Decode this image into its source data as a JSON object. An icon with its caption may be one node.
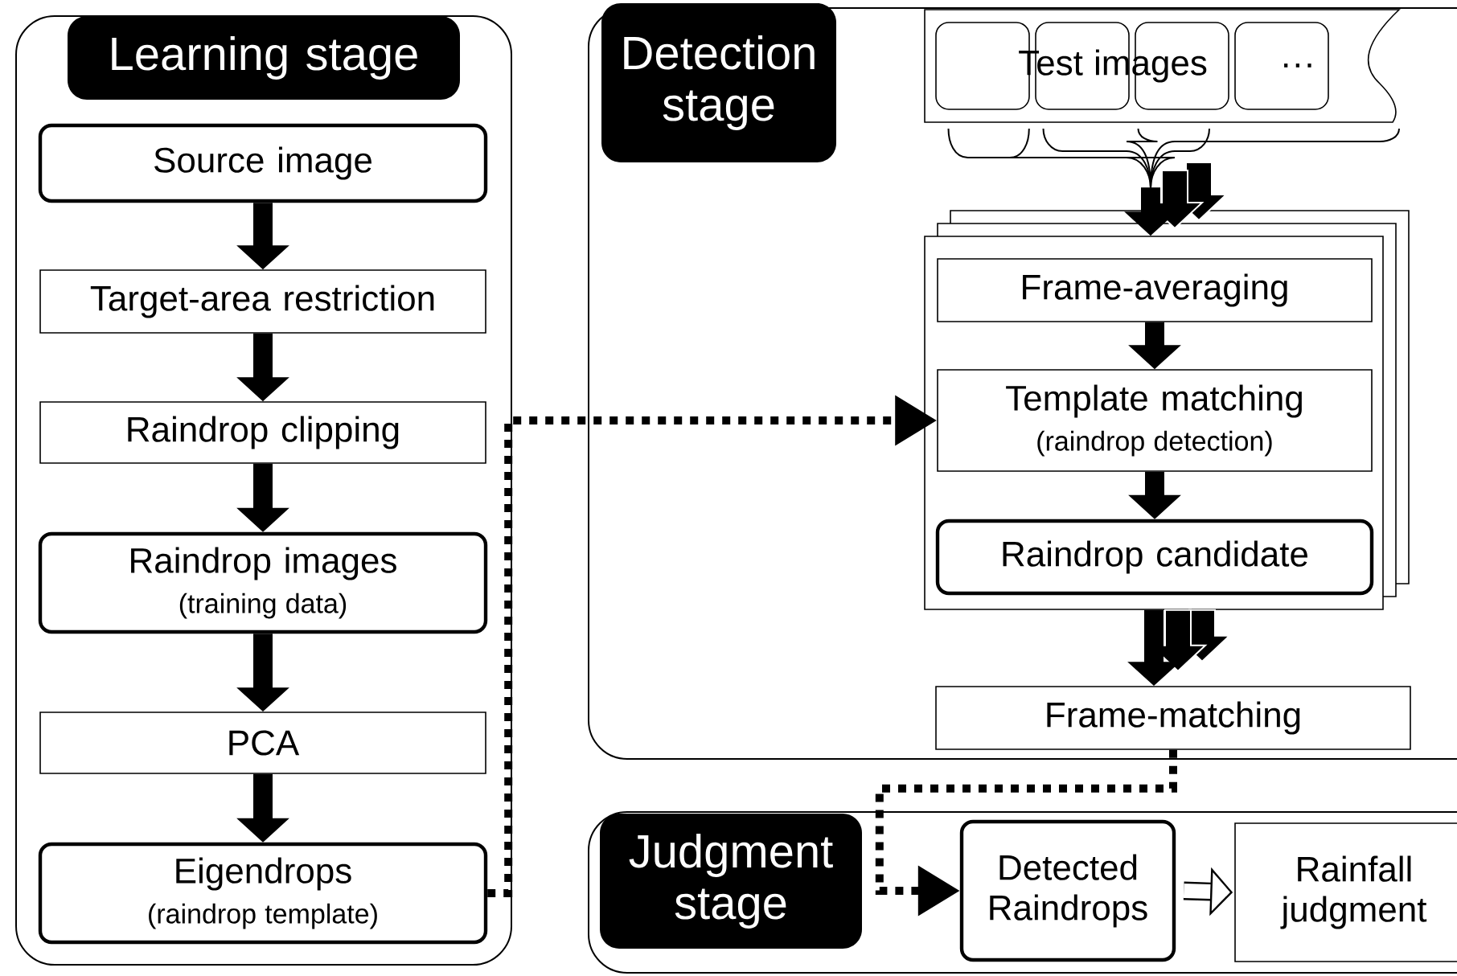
{
  "diagram": {
    "nodes": [
      {
        "text": [
          "Learning stage"
        ]
      },
      {
        "text": [
          "Source image"
        ],
        "in": 0
      },
      {
        "text": [
          "Target-area restriction"
        ],
        "in": 0
      },
      {
        "text": [
          "Raindrop clipping"
        ],
        "in": 0
      },
      {
        "text": [
          "Raindrop images",
          "(training data)"
        ],
        "in": 0
      },
      {
        "text": [
          "PCA"
        ],
        "in": 0
      },
      {
        "text": [
          "Eigendrops",
          "(raindrop template)"
        ],
        "in": 0
      },
      {
        "text": [
          "Detection stage"
        ]
      },
      {
        "text": [
          "Test images",
          "···"
        ],
        "in": 7
      },
      {
        "text": [],
        "shape": "box",
        "in": 7
      },
      {
        "text": [
          "Frame-averaging"
        ],
        "in": 9
      },
      {
        "text": [
          "Template matching",
          "(raindrop detection)"
        ],
        "in": 9
      },
      {
        "text": [
          "Raindrop candidate"
        ],
        "in": 9
      },
      {
        "text": [
          "Frame-matching"
        ],
        "in": 7
      },
      {
        "text": [
          "Judgment stage"
        ]
      },
      {
        "text": [
          "Detected Raindrops"
        ],
        "in": 14
      },
      {
        "text": [
          "Rainfall judgment"
        ],
        "in": 14
      }
    ],
    "edges": [
      {
        "from": 1,
        "to": 2,
        "arrow": "to"
      },
      {
        "from": 2,
        "to": 3,
        "arrow": "to"
      },
      {
        "from": 3,
        "to": 4,
        "arrow": "to"
      },
      {
        "from": 4,
        "to": 5,
        "arrow": "to"
      },
      {
        "from": 5,
        "to": 6,
        "arrow": "to"
      },
      {
        "from": 8,
        "to": 9,
        "arrow": "to"
      },
      {
        "from": 10,
        "to": 11,
        "arrow": "to"
      },
      {
        "from": 11,
        "to": 12,
        "arrow": "to"
      },
      {
        "from": 9,
        "to": 13,
        "arrow": "to"
      },
      {
        "from": 6,
        "to": 11,
        "arrow": "to",
        "style": "dashed"
      },
      {
        "from": 13,
        "to": 15,
        "arrow": "to",
        "style": "dashed"
      },
      {
        "from": 15,
        "to": 16,
        "arrow": "to"
      }
    ]
  }
}
